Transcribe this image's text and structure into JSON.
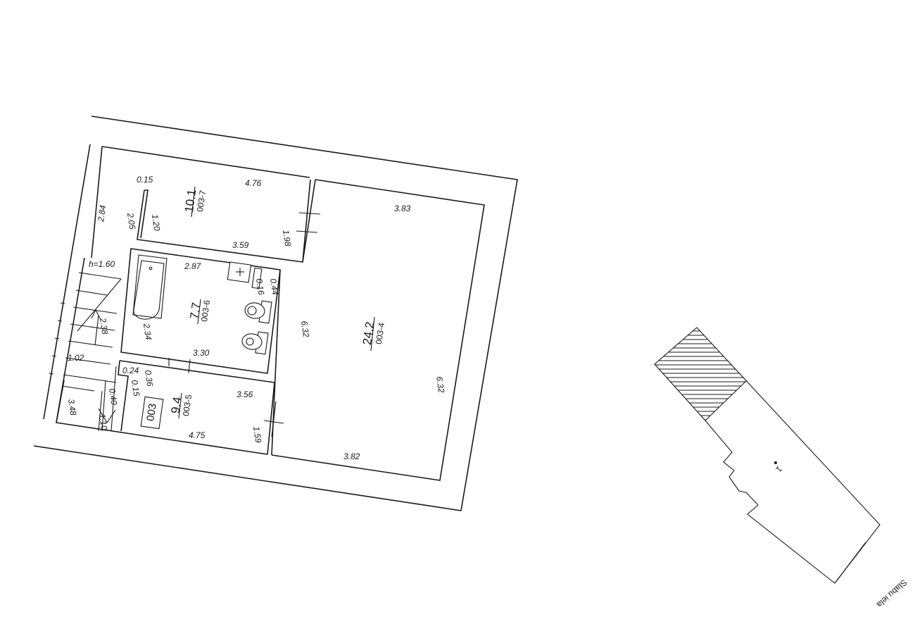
{
  "plan": {
    "unit_label": "003",
    "rooms": {
      "r7": {
        "code": "003-7",
        "area": "10.1"
      },
      "r6": {
        "code": "003-6",
        "area": "7.7"
      },
      "r5": {
        "code": "003-5",
        "area": "9.4"
      },
      "r4": {
        "code": "003-4",
        "area": "24.2"
      }
    },
    "dims": {
      "d_015a": "0.15",
      "d_476": "4.76",
      "d_383": "3.83",
      "d_205": "2.05",
      "d_120": "1.20",
      "d_284": "2.84",
      "d_359": "3.59",
      "d_198": "1.98",
      "h": "h=1.60",
      "d_287": "2.87",
      "d_016": "0.16",
      "d_044": "0.44",
      "d_632a": "6.32",
      "d_632b": "6.32",
      "d_238": "2.38",
      "d_234": "2.34",
      "d_330": "3.30",
      "d_102": "1.02",
      "d_024": "0.24",
      "d_036": "0.36",
      "d_015b": "0.15",
      "d_356": "3.56",
      "d_348": "3.48",
      "d_040": "0.40",
      "d_110": "1.10",
      "d_475": "4.75",
      "d_159": "1.59",
      "d_382": "3.82"
    }
  },
  "site": {
    "building_number": "1",
    "street": "Slabu iela"
  }
}
